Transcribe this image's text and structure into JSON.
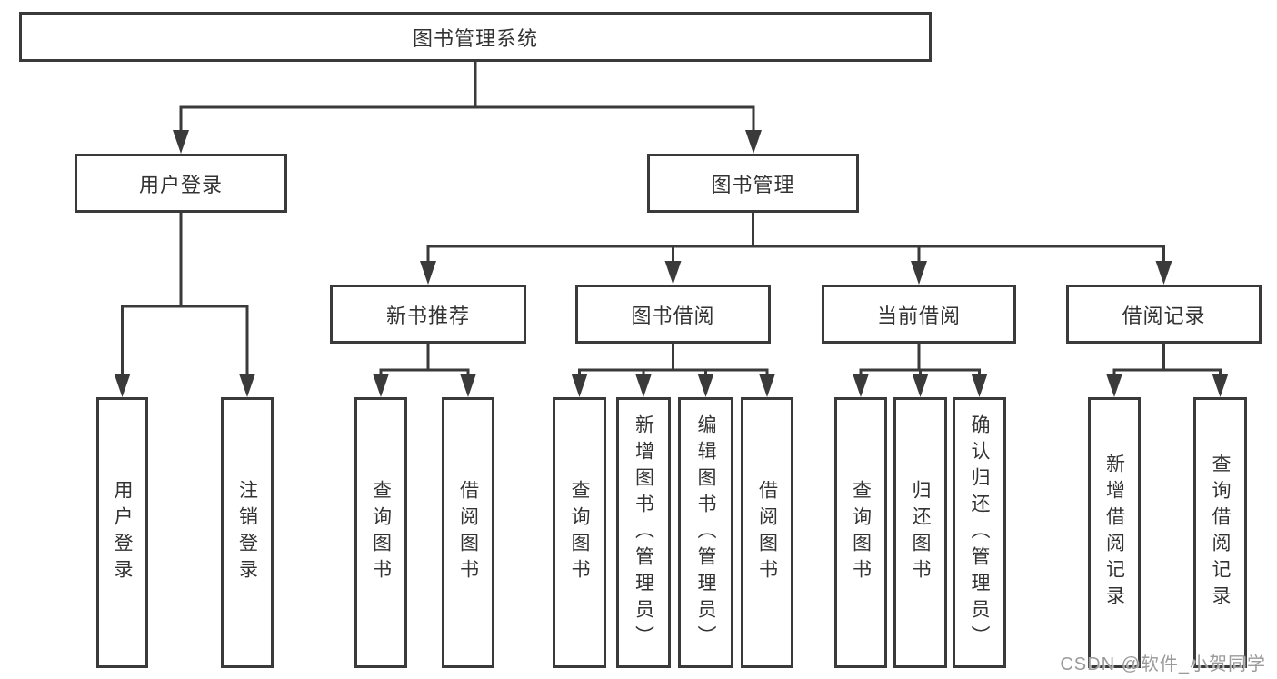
{
  "diagram": {
    "type": "tree",
    "root": {
      "label": "图书管理系统"
    },
    "branches": [
      {
        "label": "用户登录",
        "children": [
          {
            "label": "用户登录"
          },
          {
            "label": "注销登录"
          }
        ]
      },
      {
        "label": "图书管理",
        "children": [
          {
            "label": "新书推荐",
            "children": [
              {
                "label": "查询图书"
              },
              {
                "label": "借阅图书"
              }
            ]
          },
          {
            "label": "图书借阅",
            "children": [
              {
                "label": "查询图书"
              },
              {
                "label": "新增图书（管理员）"
              },
              {
                "label": "编辑图书（管理员）"
              },
              {
                "label": "借阅图书"
              }
            ]
          },
          {
            "label": "当前借阅",
            "children": [
              {
                "label": "查询图书"
              },
              {
                "label": "归还图书"
              },
              {
                "label": "确认归还（管理员）"
              }
            ]
          },
          {
            "label": "借阅记录",
            "children": [
              {
                "label": "新增借阅记录"
              },
              {
                "label": "查询借阅记录"
              }
            ]
          }
        ]
      }
    ],
    "colors": {
      "line": "#3a3a3a",
      "box_border": "#3a3a3a",
      "box_fill": "#ffffff",
      "text": "#333333",
      "watermark": "#9b9b9b"
    }
  },
  "watermark": {
    "text": "CSDN @软件_小贺同学"
  }
}
